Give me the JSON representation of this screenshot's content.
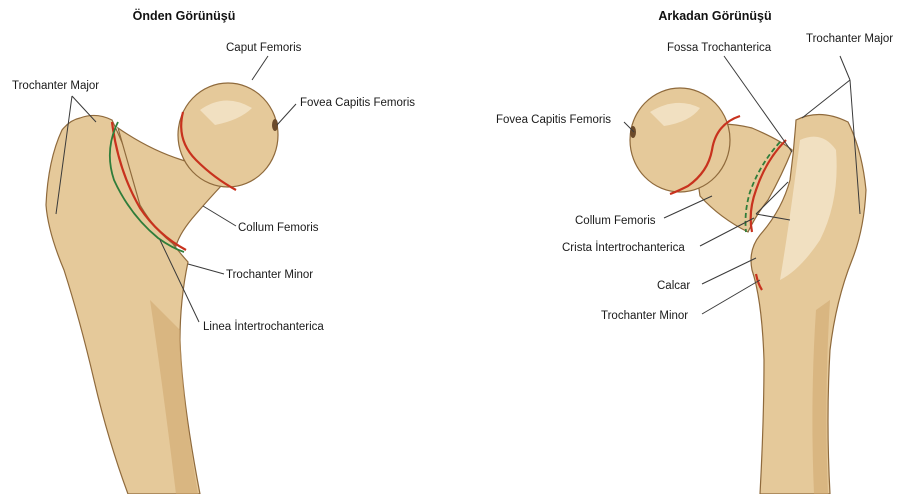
{
  "anterior": {
    "title": "Önden Görünüşü",
    "labels": {
      "caput_femoris": "Caput Femoris",
      "fovea_capitis_femoris": "Fovea Capitis Femoris",
      "trochanter_major": "Trochanter Major",
      "collum_femoris": "Collum Femoris",
      "trochanter_minor": "Trochanter Minor",
      "linea_intertrochanterica": "Linea İntertrochanterica"
    }
  },
  "posterior": {
    "title": "Arkadan Görünüşü",
    "labels": {
      "fossa_trochanterica": "Fossa Trochanterica",
      "trochanter_major": "Trochanter Major",
      "fovea_capitis_femoris": "Fovea Capitis Femoris",
      "collum_femoris": "Collum Femoris",
      "crista_intertrochanterica": "Crista İntertrochanterica",
      "calcar": "Calcar",
      "trochanter_minor": "Trochanter Minor"
    }
  },
  "colors": {
    "bone": "#e5c99a",
    "bone_outline": "#8f6a3c",
    "boundary_line": "#c8321e",
    "intertrochanteric_line": "#2f7d3a"
  }
}
